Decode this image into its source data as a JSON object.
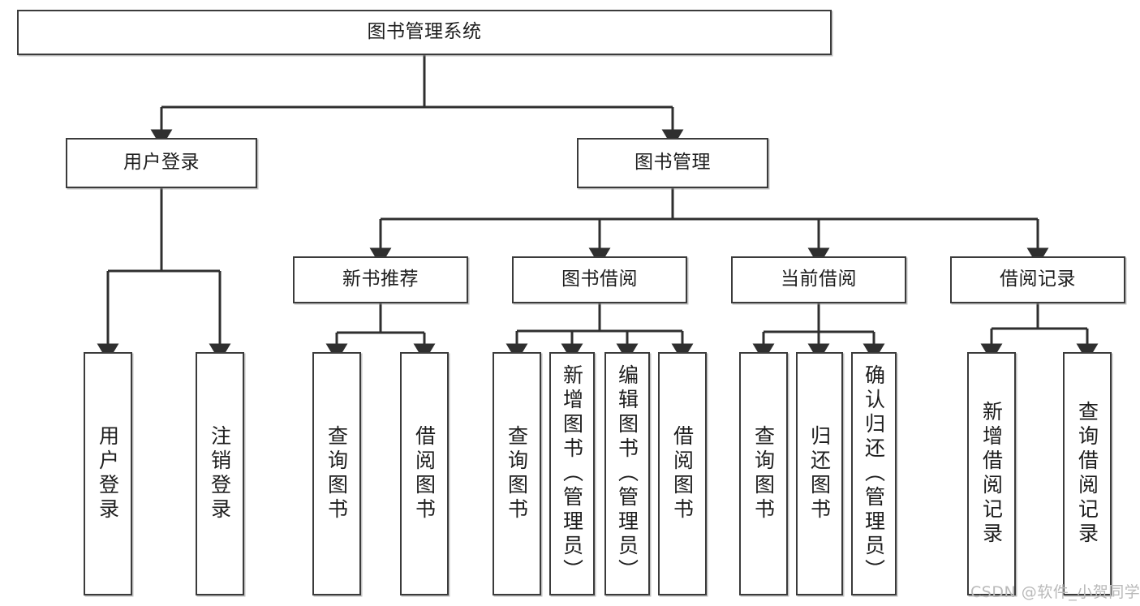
{
  "diagram": {
    "title_node": {
      "label": "图书管理系统"
    },
    "level2": [
      {
        "id": "user-login",
        "label": "用户登录"
      },
      {
        "id": "book-management",
        "label": "图书管理"
      }
    ],
    "level3": [
      {
        "id": "new-book-recommend",
        "label": "新书推荐"
      },
      {
        "id": "book-borrow",
        "label": "图书借阅"
      },
      {
        "id": "current-borrow",
        "label": "当前借阅"
      },
      {
        "id": "borrow-record",
        "label": "借阅记录"
      }
    ],
    "leaves": [
      {
        "id": "leaf-user-login",
        "label": "用户登录",
        "parent": "user-login"
      },
      {
        "id": "leaf-logout-login",
        "label": "注销登录",
        "parent": "user-login"
      },
      {
        "id": "leaf-query-book-1",
        "label": "查询图书",
        "parent": "new-book-recommend"
      },
      {
        "id": "leaf-borrow-book-1",
        "label": "借阅图书",
        "parent": "new-book-recommend"
      },
      {
        "id": "leaf-query-book-2",
        "label": "查询图书",
        "parent": "book-borrow"
      },
      {
        "id": "leaf-add-book",
        "label": "新增图书（管理员）",
        "parent": "book-borrow"
      },
      {
        "id": "leaf-edit-book",
        "label": "编辑图书（管理员）",
        "parent": "book-borrow"
      },
      {
        "id": "leaf-borrow-book-2",
        "label": "借阅图书",
        "parent": "book-borrow"
      },
      {
        "id": "leaf-query-book-3",
        "label": "查询图书",
        "parent": "current-borrow"
      },
      {
        "id": "leaf-return-book",
        "label": "归还图书",
        "parent": "current-borrow"
      },
      {
        "id": "leaf-confirm-return",
        "label": "确认归还（管理员）",
        "parent": "current-borrow"
      },
      {
        "id": "leaf-add-record",
        "label": "新增借阅记录",
        "parent": "borrow-record"
      },
      {
        "id": "leaf-query-record",
        "label": "查询借阅记录",
        "parent": "borrow-record"
      }
    ],
    "colors": {
      "border": "#3b3b3b",
      "text": "#1d1d1d",
      "connector": "#2f2f2f",
      "background": "#ffffff",
      "watermark": "#b9b9b9"
    }
  },
  "watermark": {
    "text": "CSDN @软件_小贺同学"
  }
}
